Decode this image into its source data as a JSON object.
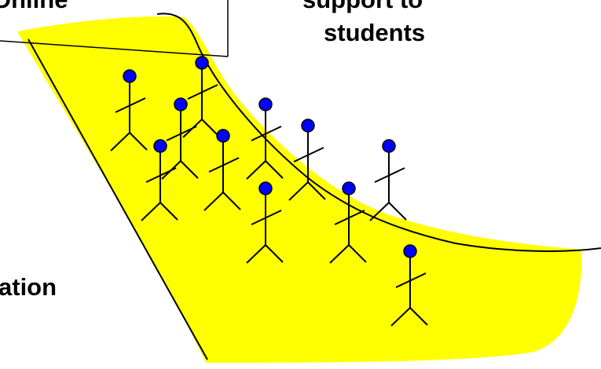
{
  "labels": {
    "online": "Online",
    "support_line1": "support to",
    "support_line2": "students",
    "ation": "ation"
  },
  "colors": {
    "slope_fill": "#ffff00",
    "outline": "#000000",
    "head_fill": "#0000ff",
    "background": "#ffffff"
  },
  "figures": [
    {
      "name": "stick-figure"
    },
    {
      "name": "stick-figure"
    },
    {
      "name": "stick-figure"
    },
    {
      "name": "stick-figure"
    },
    {
      "name": "stick-figure"
    },
    {
      "name": "stick-figure"
    },
    {
      "name": "stick-figure"
    },
    {
      "name": "stick-figure"
    },
    {
      "name": "stick-figure"
    },
    {
      "name": "stick-figure"
    },
    {
      "name": "stick-figure"
    }
  ]
}
